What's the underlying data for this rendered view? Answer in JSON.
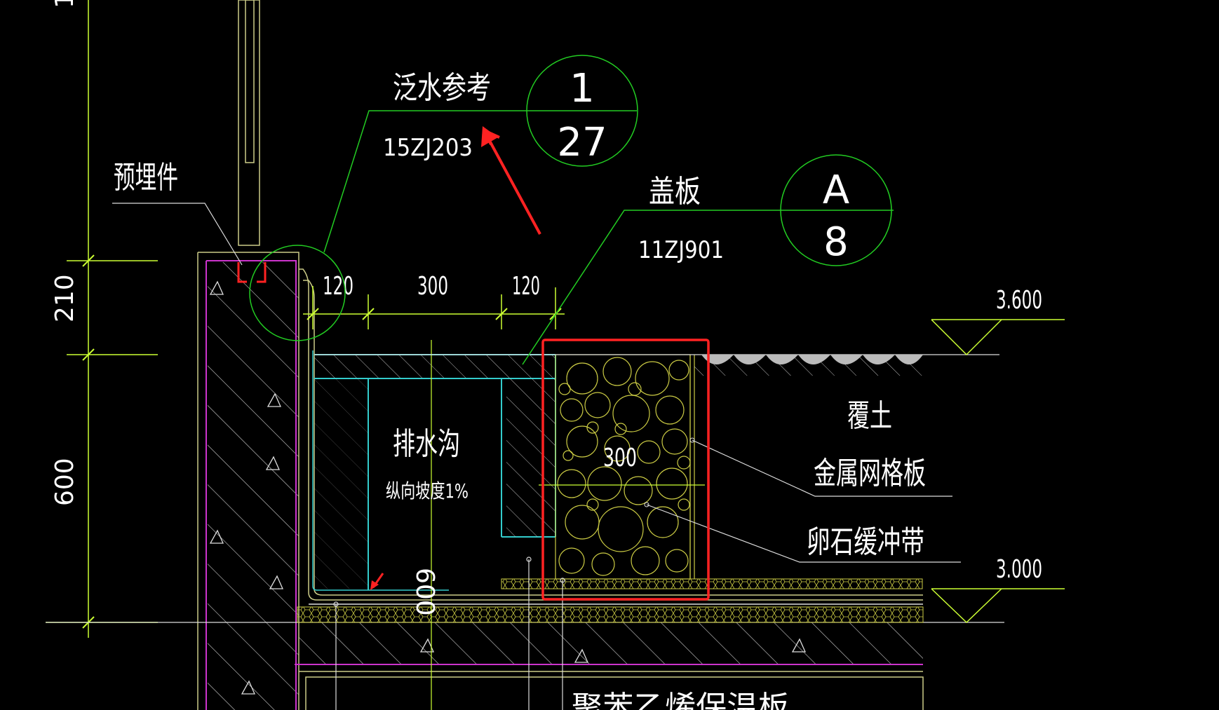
{
  "labels": {
    "embedded_part": "预埋件",
    "flashing_ref": "泛水参考",
    "flashing_code": "15ZJ203",
    "flashing_callout_top": "1",
    "flashing_callout_bottom": "27",
    "cover_plate": "盖板",
    "cover_code": "11ZJ901",
    "cover_callout_top": "A",
    "cover_callout_bottom": "8",
    "drain_ditch": "排水沟",
    "slope_note": "纵向坡度1%",
    "soil_cover": "覆土",
    "metal_grating": "金属网格板",
    "pebble_buffer": "卵石缓冲带",
    "bottom_note": "聚苯乙烯保温板"
  },
  "dimensions": {
    "d_120_left": "120",
    "d_300": "300",
    "d_120_right": "120",
    "d_210": "210",
    "d_600_left": "600",
    "d_600_inner": "600",
    "d_300_pebble": "300"
  },
  "elevations": {
    "top": "3.600",
    "bottom": "3.000"
  },
  "colors": {
    "background": "#000000",
    "dim_line": "#ccff33",
    "leader_green": "#22cc22",
    "wall_magenta": "#cc33cc",
    "waterproof_cyan": "#33cccc",
    "pebble": "#cccc44",
    "annotation_red": "#ff2222",
    "text": "#ffffff"
  }
}
